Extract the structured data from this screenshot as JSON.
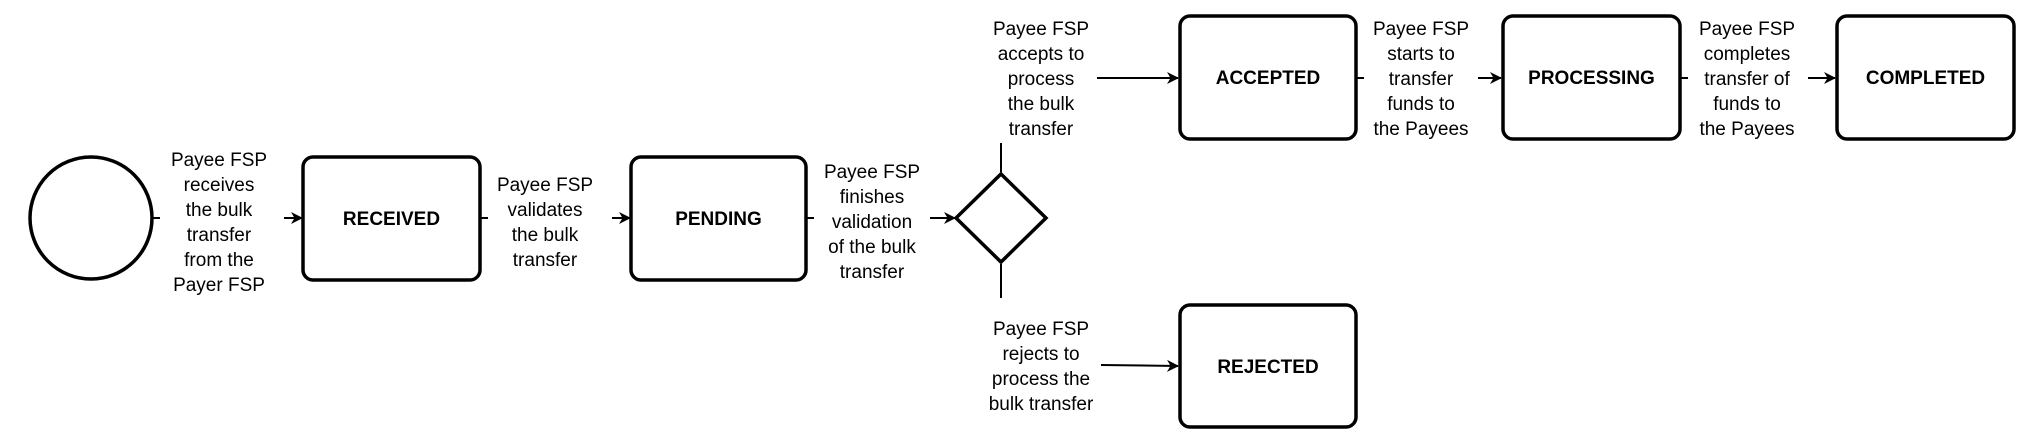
{
  "states": {
    "received": "RECEIVED",
    "pending": "PENDING",
    "accepted": "ACCEPTED",
    "processing": "PROCESSING",
    "completed": "COMPLETED",
    "rejected": "REJECTED"
  },
  "transitions": {
    "receive": [
      "Payee FSP",
      "receives",
      "the bulk",
      "transfer",
      "from the",
      "Payer FSP"
    ],
    "validate": [
      "Payee FSP",
      "validates",
      "the bulk",
      "transfer"
    ],
    "finish_validation": [
      "Payee FSP",
      "finishes",
      "validation",
      "of the bulk",
      "transfer"
    ],
    "accept": [
      "Payee FSP",
      "accepts to",
      "process",
      "the bulk",
      "transfer"
    ],
    "reject": [
      "Payee FSP",
      "rejects to",
      "process the",
      "bulk transfer"
    ],
    "start_transfer": [
      "Payee FSP",
      "starts to",
      "transfer",
      "funds to",
      "the Payees"
    ],
    "complete_transfer": [
      "Payee FSP",
      "completes",
      "transfer of",
      "funds to",
      "the Payees"
    ]
  }
}
